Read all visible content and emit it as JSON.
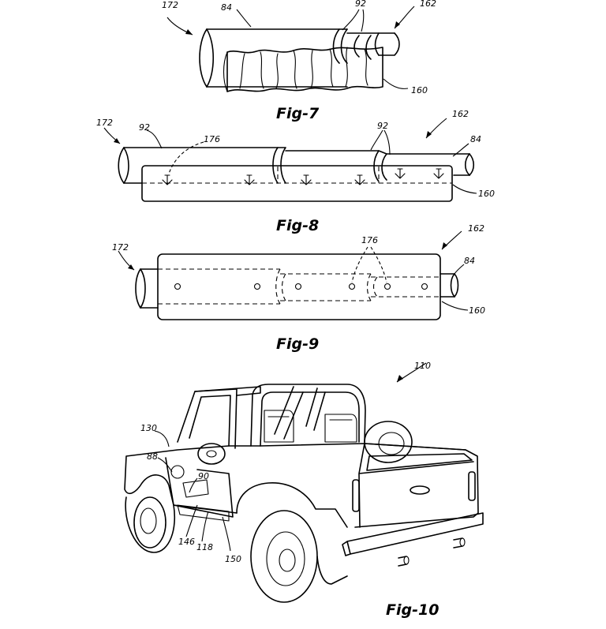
{
  "fig7": {
    "caption": "Fig-7",
    "labels": {
      "l172": "172",
      "l84": "84",
      "l92": "92",
      "l162": "162",
      "l160": "160"
    }
  },
  "fig8": {
    "caption": "Fig-8",
    "labels": {
      "l172": "172",
      "l92a": "92",
      "l176": "176",
      "l92b": "92",
      "l162": "162",
      "l84": "84",
      "l160": "160"
    }
  },
  "fig9": {
    "caption": "Fig-9",
    "labels": {
      "l172": "172",
      "l176": "176",
      "l162": "162",
      "l84": "84",
      "l160": "160"
    }
  },
  "fig10": {
    "caption": "Fig-10",
    "labels": {
      "l110": "110",
      "l130": "130",
      "l88": "88",
      "l90": "90",
      "l146": "146",
      "l118": "118",
      "l150": "150"
    }
  }
}
